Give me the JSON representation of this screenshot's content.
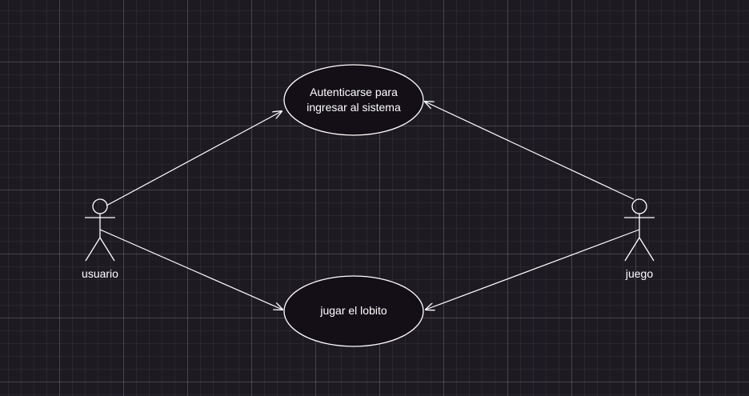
{
  "diagram": {
    "use_cases": [
      {
        "id": "auth",
        "label_lines": [
          "Autenticarse para",
          "ingresar al sistema"
        ]
      },
      {
        "id": "play",
        "label_lines": [
          "jugar el lobito"
        ]
      }
    ],
    "actors": [
      {
        "id": "usuario",
        "label": "usuario"
      },
      {
        "id": "juego",
        "label": "juego"
      }
    ],
    "associations": [
      {
        "from": "usuario",
        "to": "auth"
      },
      {
        "from": "usuario",
        "to": "play"
      },
      {
        "from": "juego",
        "to": "auth"
      },
      {
        "from": "juego",
        "to": "play"
      }
    ],
    "colors": {
      "background": "#1e1a22",
      "stroke": "#ffffff",
      "usecase_fill": "#140f17",
      "text": "#ffffff"
    }
  }
}
